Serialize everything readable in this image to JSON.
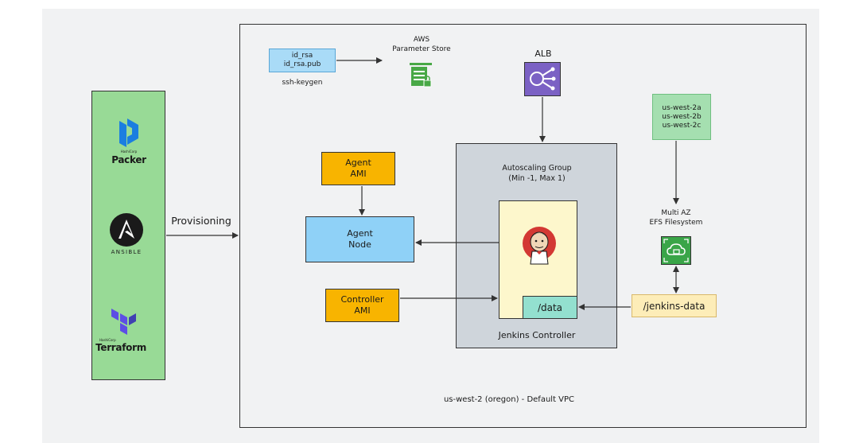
{
  "colors": {
    "tool_panel": "#98da96",
    "amber": "#f8b400",
    "node_blue": "#8fd1f7",
    "ssh_blue": "#a9dbf7",
    "asg_gray": "#cfd5db",
    "cream": "#fdf7cc",
    "data_teal": "#93e0cf",
    "az_green": "#a5dfb0",
    "jenkins_data_bg": "#fdedb8",
    "alb_purple": "#7b61c4",
    "efs_green": "#3aa548",
    "vault_green": "#48a846"
  },
  "tools": [
    {
      "brand": "HashiCorp",
      "name": "Packer",
      "icon": "packer-logo-icon"
    },
    {
      "name": "ANSIBLE",
      "icon": "ansible-logo-icon"
    },
    {
      "brand": "HashiCorp",
      "name": "Terraform",
      "icon": "terraform-logo-icon"
    }
  ],
  "provisioning_label": "Provisioning",
  "ssh": {
    "lines": [
      "id_rsa",
      "id_rsa.pub"
    ],
    "caption": "ssh-keygen"
  },
  "parameter_store": {
    "title": [
      "AWS",
      "Parameter Store"
    ],
    "icon": "parameter-store-icon"
  },
  "alb": {
    "label": "ALB",
    "icon": "alb-icon"
  },
  "azs": [
    "us-west-2a",
    "us-west-2b",
    "us-west-2c"
  ],
  "agent_ami": [
    "Agent",
    "AMI"
  ],
  "agent_node": [
    "Agent",
    "Node"
  ],
  "controller_ami": [
    "Controller",
    "AMI"
  ],
  "asg": {
    "title": [
      "Autoscaling Group",
      "(Min -1, Max 1)"
    ],
    "caption": "Jenkins Controller"
  },
  "jenkins_icon": "jenkins-logo-icon",
  "data_mount": "/data",
  "efs": {
    "title": [
      "Multi AZ",
      "EFS Filesystem"
    ],
    "icon": "efs-icon"
  },
  "jenkins_data": "/jenkins-data",
  "vpc_caption": "us-west-2 (oregon) - Default VPC"
}
